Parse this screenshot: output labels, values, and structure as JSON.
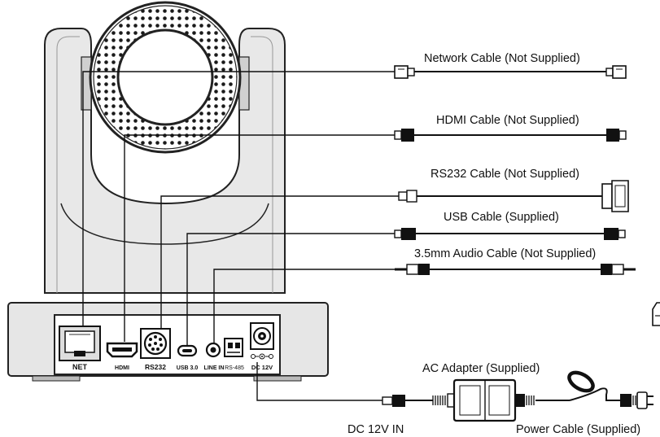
{
  "cables": {
    "network": "Network Cable  (Not Supplied)",
    "hdmi": "HDMI Cable (Not Supplied)",
    "rs232": "RS232 Cable (Not Supplied)",
    "usb": "USB Cable (Supplied)",
    "audio": "3.5mm Audio Cable (Not Supplied)"
  },
  "ports": {
    "net": "NET",
    "hdmi": "HDMI",
    "rs232": "RS232",
    "usb": "USB 3.0",
    "line_in": "LINE IN",
    "rs485": "RS-485",
    "dc": "DC 12V"
  },
  "power": {
    "adapter": "AC Adapter (Supplied)",
    "dc_in": "DC 12V IN",
    "power_cable": "Power Cable (Supplied)"
  }
}
